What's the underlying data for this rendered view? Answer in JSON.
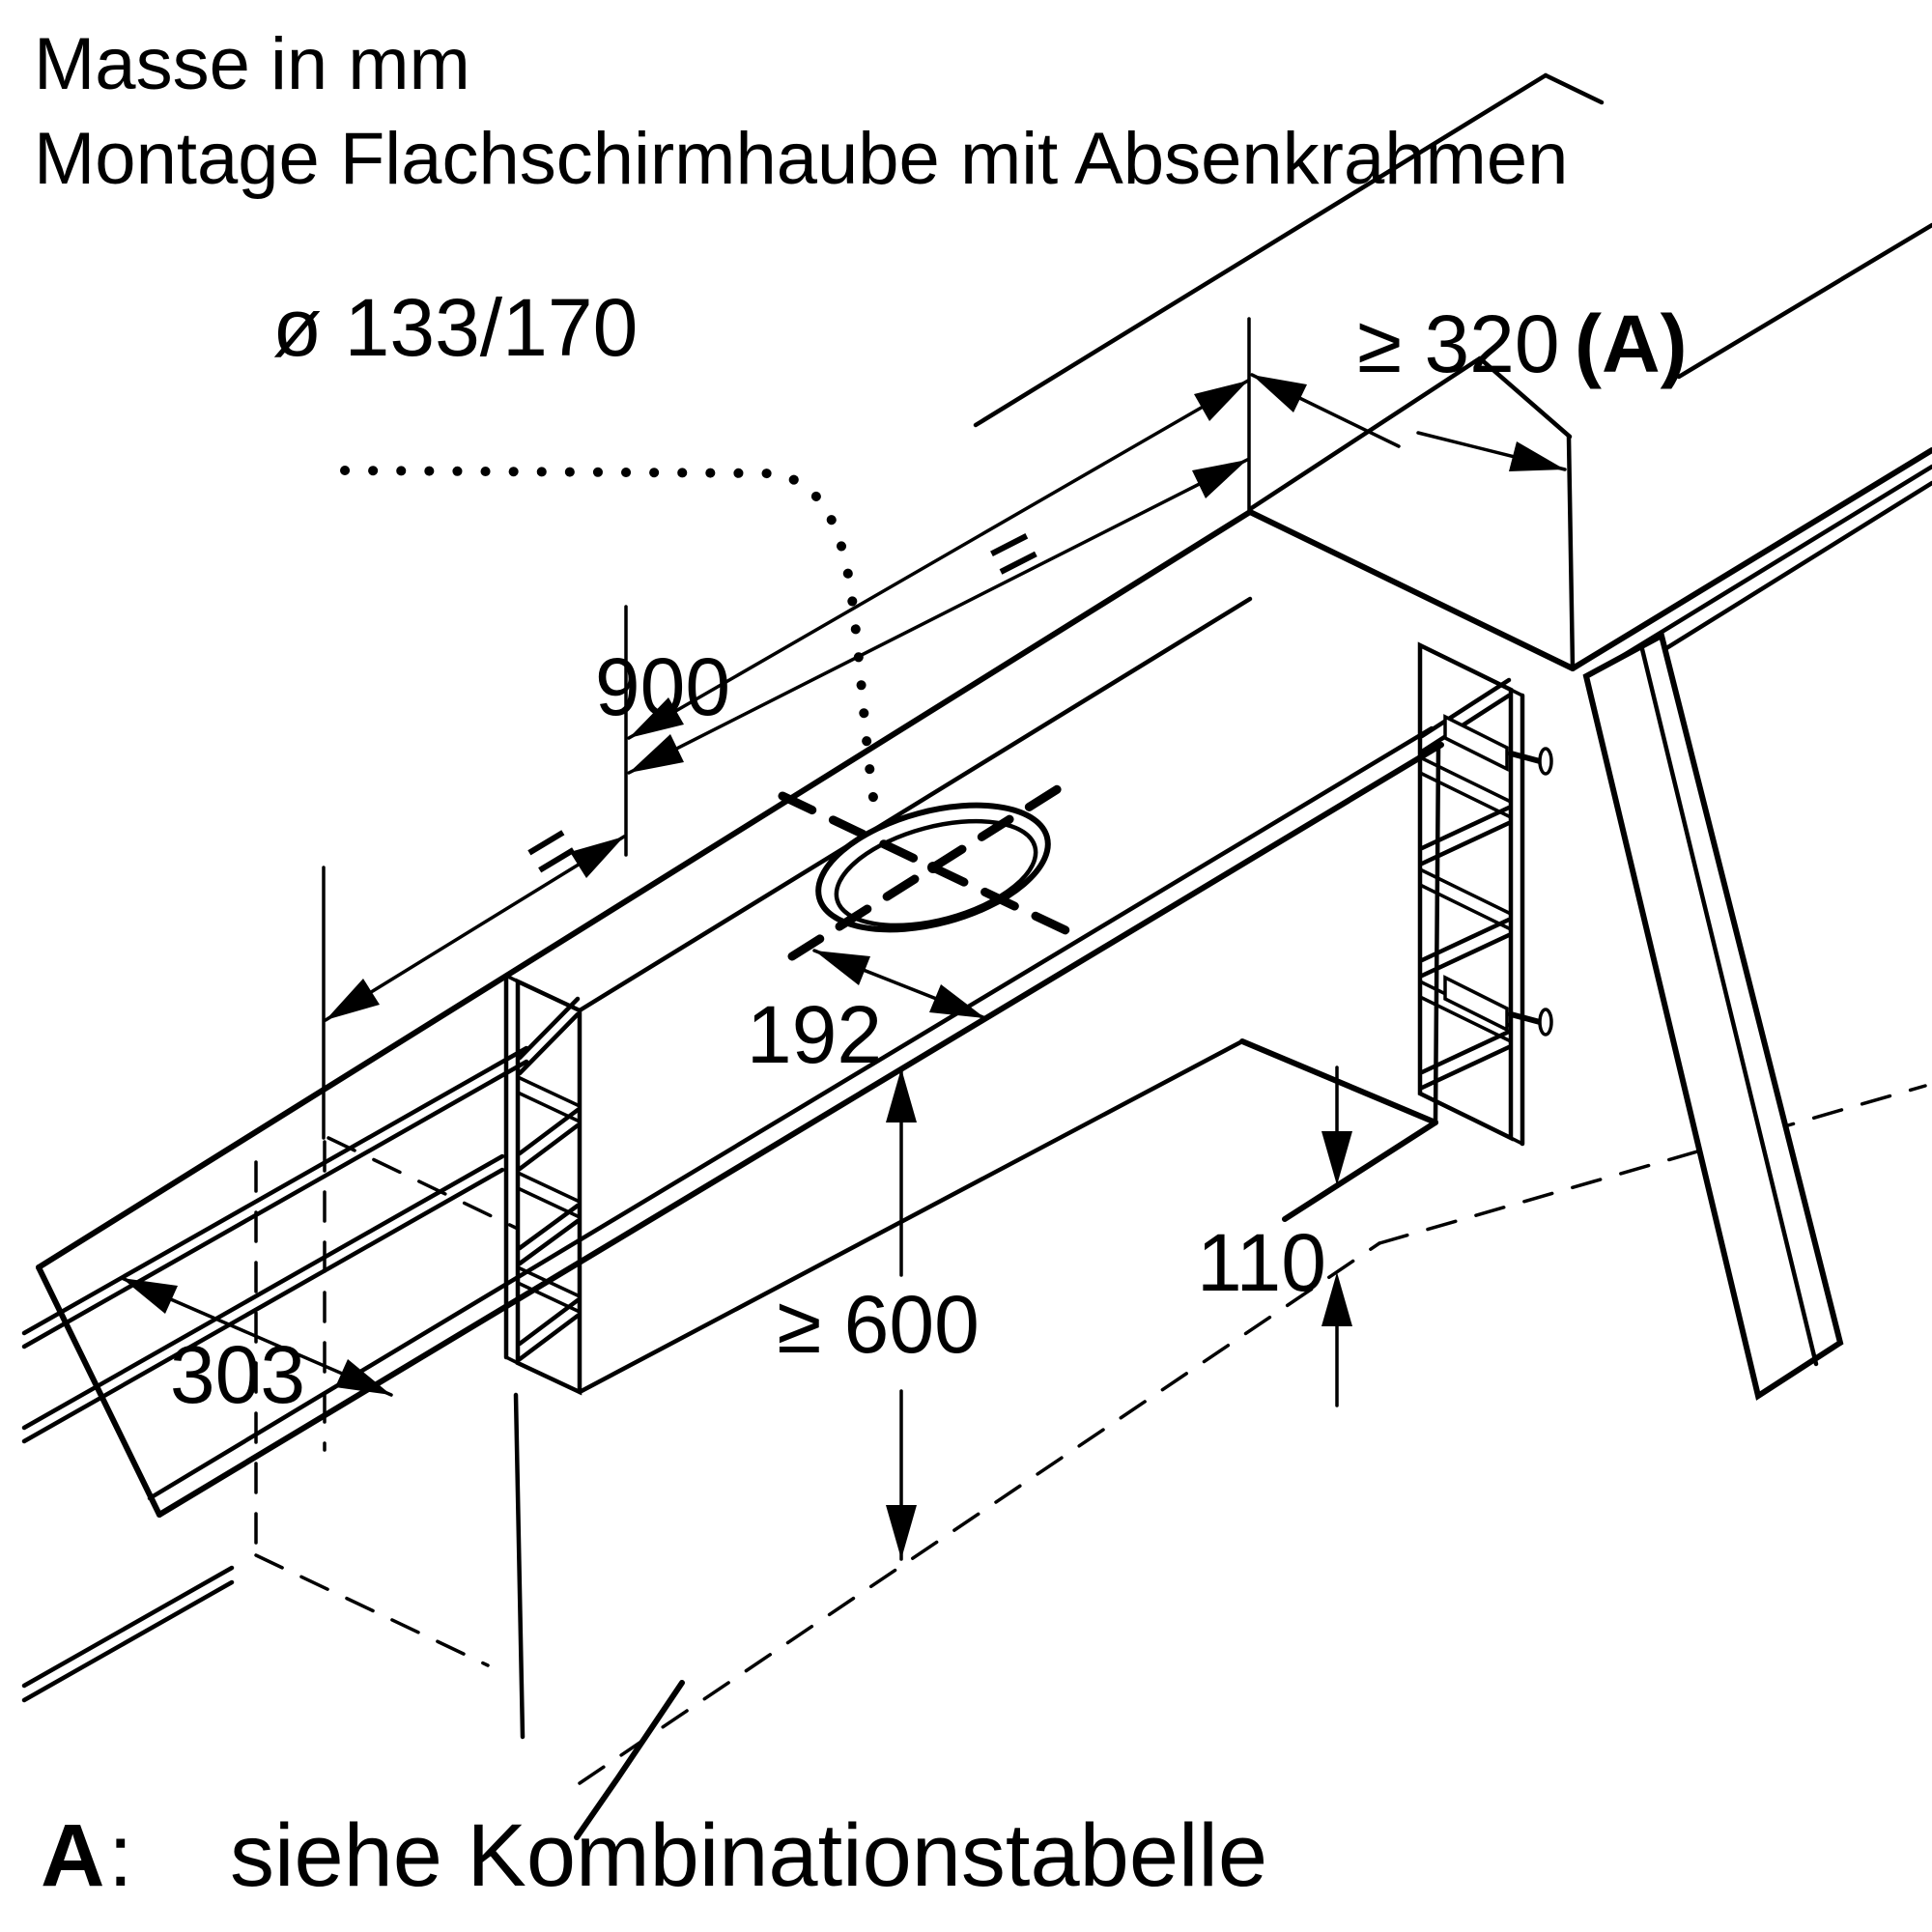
{
  "title": {
    "line1": "Masse in mm",
    "line2": "Montage Flachschirmhaube mit Absenkrahmen"
  },
  "labels": {
    "diameter": "ø 133/170",
    "width": "900",
    "equal": "=",
    "depth_rail": "303",
    "hole_length": "192",
    "min_distance": "≥ 600",
    "lower_gap": "110",
    "side_min": "≥ 320",
    "side_ref": "(A)"
  },
  "footnote": {
    "label": "A",
    "colon": ":",
    "text": "siehe Kombinationstabelle"
  },
  "colors": {
    "line": "#000000",
    "background": "#ffffff"
  }
}
